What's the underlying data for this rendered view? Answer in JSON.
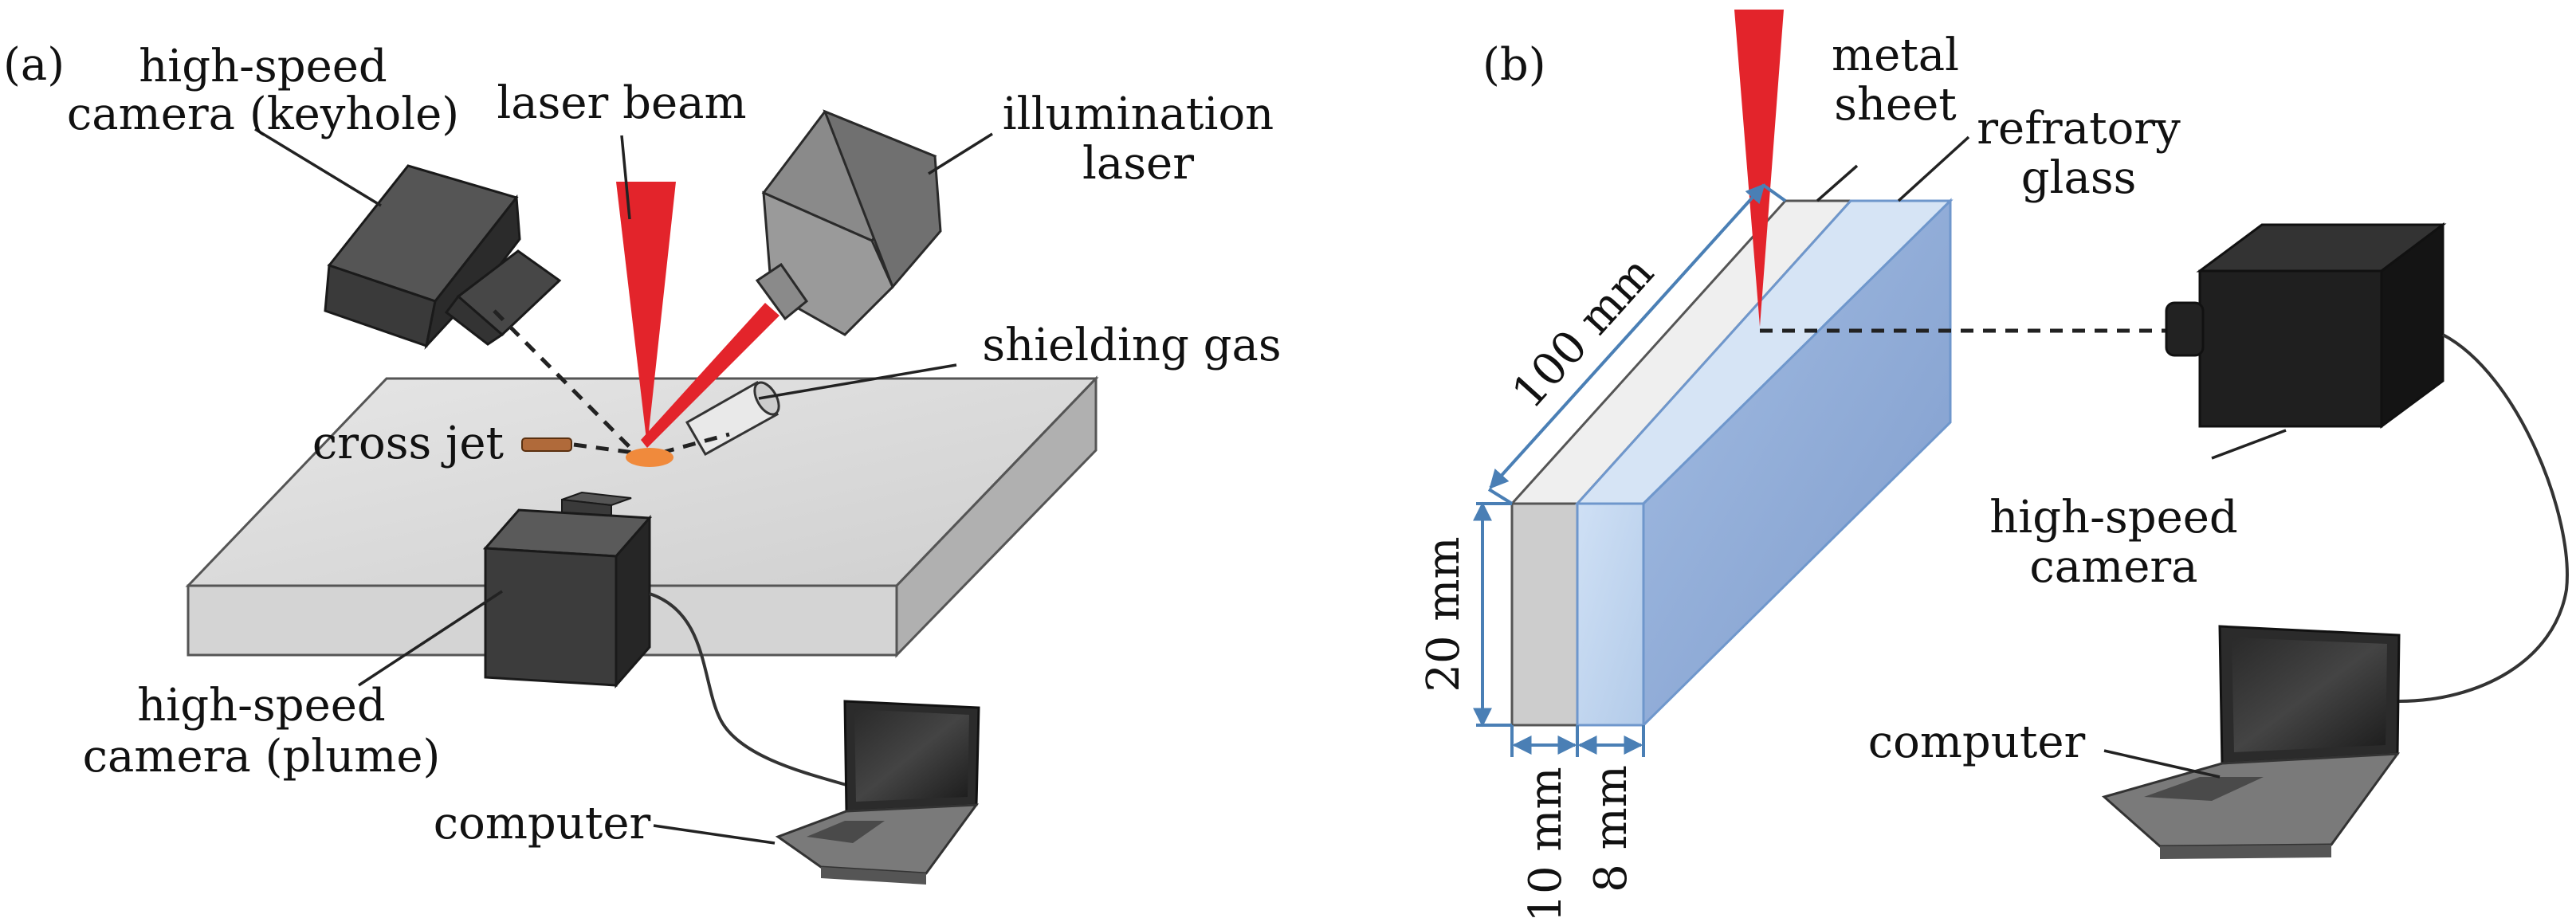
{
  "panel_a": {
    "panel_label": "(a)",
    "camera_keyhole_label": [
      "high-speed",
      "camera (keyhole)"
    ],
    "laser_beam_label": "laser beam",
    "illumination_label": [
      "illumination",
      "laser"
    ],
    "shielding_gas_label": "shielding gas",
    "cross_jet_label": "cross jet",
    "camera_plume_label": [
      "high-speed",
      "camera (plume)"
    ],
    "computer_label": "computer"
  },
  "panel_b": {
    "panel_label": "(b)",
    "metal_sheet_label": [
      "metal",
      "sheet"
    ],
    "glass_label": [
      "refratory",
      "glass"
    ],
    "camera_label": [
      "high-speed",
      "camera"
    ],
    "computer_label": "computer",
    "dim_length": "100 mm",
    "dim_height": "20 mm",
    "dim_metal_width": "10 mm",
    "dim_glass_width": "8 mm"
  },
  "colors": {
    "laser": "#e3242b",
    "camera_body": "#3a3a3a",
    "glass": "#a9c4e8",
    "dimension": "#4a7fb5",
    "melt_pool": "#f08a3c"
  }
}
